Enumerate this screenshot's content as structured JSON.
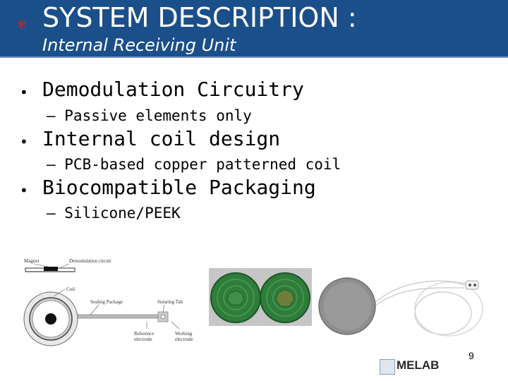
{
  "header": {
    "star": "*",
    "title": "SYSTEM DESCRIPTION :",
    "subtitle": "Internal Receiving Unit"
  },
  "bullets": [
    {
      "text": "Demodulation Circuitry",
      "sub": "– Passive elements only"
    },
    {
      "text": "Internal coil design",
      "sub": "– PCB-based copper patterned coil"
    },
    {
      "text": "Biocompatible Packaging",
      "sub": "– Silicone/PEEK"
    }
  ],
  "diagram": {
    "labels": {
      "magnet": "Magnet",
      "demod": "Demodulation circuit",
      "coil": "Coil",
      "sealing": "Sealing Package",
      "suturing": "Suturing Tab",
      "reference": "Reference\nelectrode",
      "working": "Working\nelectrode"
    }
  },
  "footer": {
    "page_number": "9",
    "logo": "MELAB"
  },
  "colors": {
    "header_bg": "#1a4f8a",
    "star": "#d42020",
    "pcb_green": "#2e7d3a"
  }
}
